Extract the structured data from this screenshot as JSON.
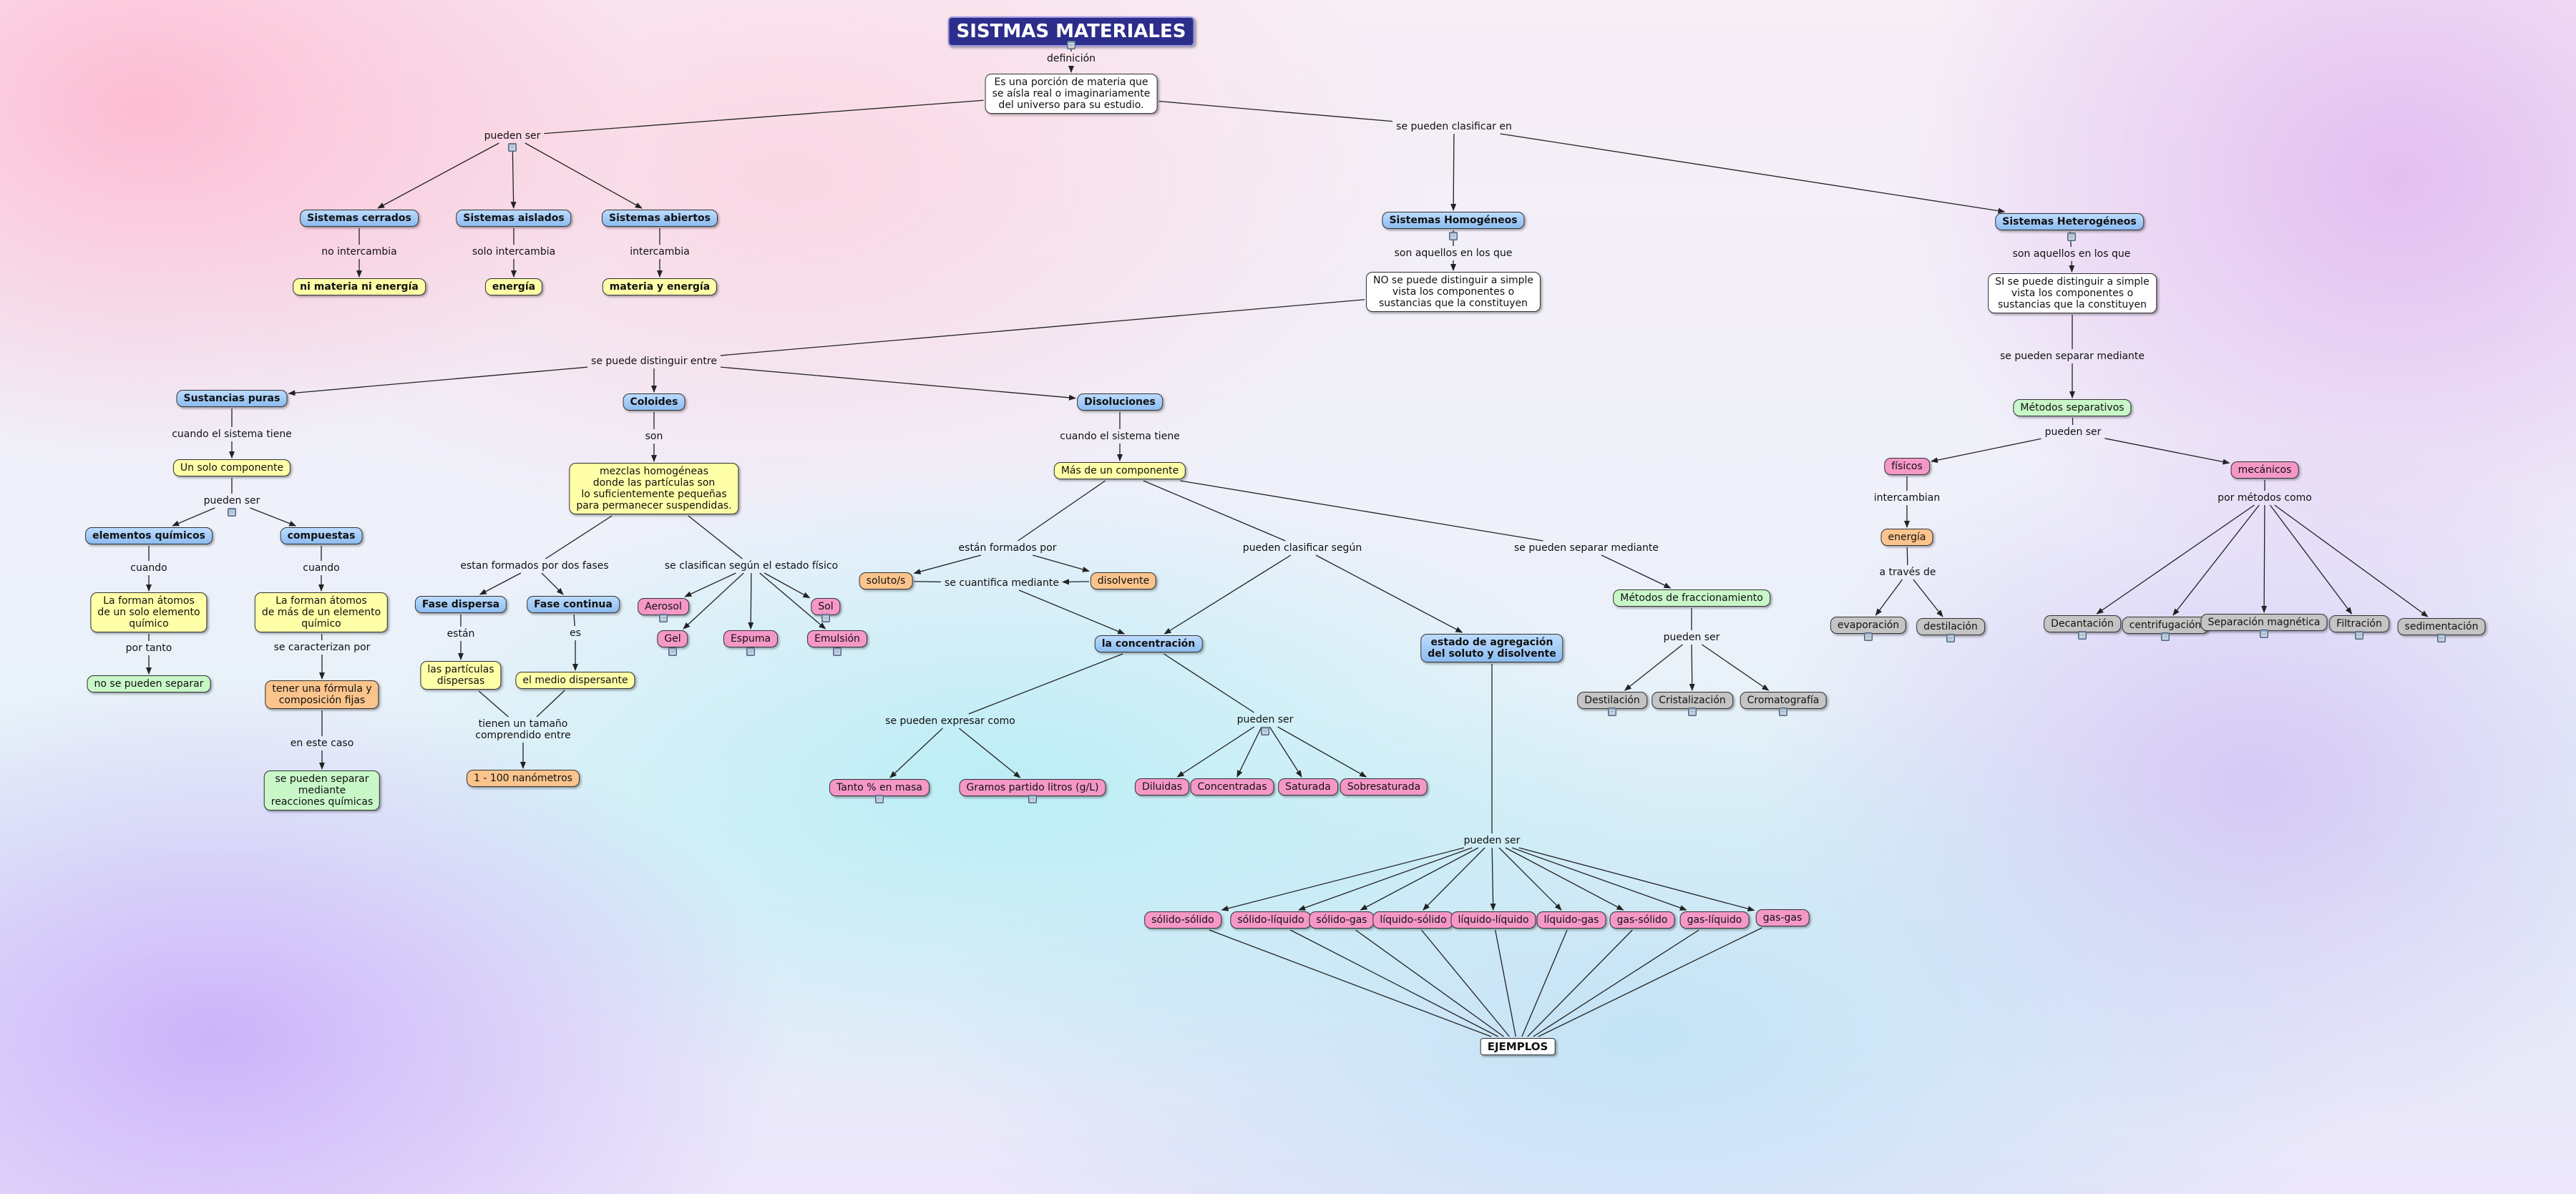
{
  "colors": {
    "title": "#2d2d8c",
    "blue": "#8cbcf0",
    "yellow": "#ffffa8",
    "green": "#c8f7c8",
    "pink": "#f598c8",
    "orange": "#fbc48c",
    "gray": "#c4c4c4"
  },
  "icons": [
    "cmap-resource-icon",
    "cmap-folder-icon"
  ],
  "nodes": [
    {
      "id": "title",
      "text": "SISTMAS MATERIALES",
      "style": "title"
    },
    {
      "id": "def_txt",
      "text": "Es una porción de materia que\nse aísla real o imaginariamente\ndel universo para su estudio.",
      "style": "wht"
    },
    {
      "id": "s_cerr",
      "text": "Sistemas cerrados",
      "style": "blue b"
    },
    {
      "id": "s_ais",
      "text": "Sistemas aislados",
      "style": "blue b"
    },
    {
      "id": "s_abi",
      "text": "Sistemas abiertos",
      "style": "blue b"
    },
    {
      "id": "n_ninada",
      "text": "ni materia ni energía",
      "style": "yel b"
    },
    {
      "id": "n_energia1",
      "text": "energía",
      "style": "yel b"
    },
    {
      "id": "n_myE",
      "text": "materia y energía",
      "style": "yel b"
    },
    {
      "id": "s_hom",
      "text": "Sistemas Homogéneos",
      "style": "blue b"
    },
    {
      "id": "hom_txt",
      "text": "NO se puede distinguir a simple\nvista los componentes o\nsustancias que la constituyen",
      "style": "wht"
    },
    {
      "id": "s_het",
      "text": "Sistemas Heterogéneos",
      "style": "blue b"
    },
    {
      "id": "het_txt",
      "text": "SI se puede distinguir a simple\nvista los componentes o\nsustancias que la constituyen",
      "style": "wht"
    },
    {
      "id": "sust",
      "text": "Sustancias puras",
      "style": "blue b"
    },
    {
      "id": "coloides",
      "text": "Coloides",
      "style": "blue b"
    },
    {
      "id": "disol",
      "text": "Disoluciones",
      "style": "blue b"
    },
    {
      "id": "un_comp",
      "text": "Un solo componente",
      "style": "yel"
    },
    {
      "id": "elem",
      "text": "elementos químicos",
      "style": "blue b"
    },
    {
      "id": "compu",
      "text": "compuestas",
      "style": "blue b"
    },
    {
      "id": "elem_txt",
      "text": "La forman átomos\nde un solo elemento\nquímico",
      "style": "yel"
    },
    {
      "id": "comp_txt",
      "text": "La forman átomos\nde más de un elemento\nquímico",
      "style": "yel"
    },
    {
      "id": "no_sep",
      "text": "no se pueden separar",
      "style": "grn"
    },
    {
      "id": "formula",
      "text": "tener una fórmula y\ncomposición fijas",
      "style": "org"
    },
    {
      "id": "sep_quim",
      "text": "se pueden separar\nmediante\nreacciones químicas",
      "style": "grn"
    },
    {
      "id": "mezclas",
      "text": "mezclas homogéneas\ndonde las partículas son\nlo suficientemente pequeñas\npara permanecer suspendidas.",
      "style": "yel"
    },
    {
      "id": "fase_disp",
      "text": "Fase dispersa",
      "style": "blue b"
    },
    {
      "id": "fase_cont",
      "text": "Fase continua",
      "style": "blue b"
    },
    {
      "id": "particulas",
      "text": "las partículas\ndispersas",
      "style": "yel"
    },
    {
      "id": "medio",
      "text": "el medio dispersante",
      "style": "yel"
    },
    {
      "id": "nanom",
      "text": "1 - 100 nanómetros",
      "style": "org"
    },
    {
      "id": "aerosol",
      "text": "Aerosol",
      "style": "pink"
    },
    {
      "id": "gel",
      "text": "Gel",
      "style": "pink"
    },
    {
      "id": "espuma",
      "text": "Espuma",
      "style": "pink"
    },
    {
      "id": "sol",
      "text": "Sol",
      "style": "pink"
    },
    {
      "id": "emulsion",
      "text": "Emulsión",
      "style": "pink"
    },
    {
      "id": "mas_comp",
      "text": "Más de un componente",
      "style": "yel"
    },
    {
      "id": "soluto",
      "text": "soluto/s",
      "style": "org"
    },
    {
      "id": "disolvente",
      "text": "disolvente",
      "style": "org"
    },
    {
      "id": "concentr",
      "text": "la concentración",
      "style": "blue b"
    },
    {
      "id": "estado",
      "text": "estado de agregación\ndel soluto y disolvente",
      "style": "blue b"
    },
    {
      "id": "frac",
      "text": "Métodos de fraccionamiento",
      "style": "grn"
    },
    {
      "id": "destilacion1",
      "text": "Destilación",
      "style": "gry"
    },
    {
      "id": "cristal",
      "text": "Cristalización",
      "style": "gry"
    },
    {
      "id": "cromato",
      "text": "Cromatografía",
      "style": "gry"
    },
    {
      "id": "tanto",
      "text": "Tanto % en masa",
      "style": "pink"
    },
    {
      "id": "gramos",
      "text": "Gramos partido litros (g/L)",
      "style": "pink"
    },
    {
      "id": "diluidas",
      "text": "Diluidas",
      "style": "pink"
    },
    {
      "id": "concentradas",
      "text": "Concentradas",
      "style": "pink"
    },
    {
      "id": "saturada",
      "text": "Saturada",
      "style": "pink"
    },
    {
      "id": "sobresat",
      "text": "Sobresaturada",
      "style": "pink"
    },
    {
      "id": "ss",
      "text": "sólido-sólido",
      "style": "pink"
    },
    {
      "id": "sl",
      "text": "sólido-líquido",
      "style": "pink"
    },
    {
      "id": "sg",
      "text": "sólido-gas",
      "style": "pink"
    },
    {
      "id": "ls",
      "text": "líquido-sólido",
      "style": "pink"
    },
    {
      "id": "ll",
      "text": "líquido-líquido",
      "style": "pink"
    },
    {
      "id": "lg",
      "text": "líquido-gas",
      "style": "pink"
    },
    {
      "id": "gs",
      "text": "gas-sólido",
      "style": "pink"
    },
    {
      "id": "gl",
      "text": "gas-líquido",
      "style": "pink"
    },
    {
      "id": "gg",
      "text": "gas-gas",
      "style": "pink"
    },
    {
      "id": "ejemplos",
      "text": "EJEMPLOS",
      "style": "ej"
    },
    {
      "id": "metsep",
      "text": "Métodos separativos",
      "style": "grn"
    },
    {
      "id": "fisicos",
      "text": "físicos",
      "style": "pink"
    },
    {
      "id": "mecanicos",
      "text": "mecánicos",
      "style": "pink"
    },
    {
      "id": "energia2",
      "text": "energía",
      "style": "org"
    },
    {
      "id": "evap",
      "text": "evaporación",
      "style": "gry"
    },
    {
      "id": "destilacion2",
      "text": "destilación",
      "style": "gry"
    },
    {
      "id": "decant",
      "text": "Decantación",
      "style": "gry"
    },
    {
      "id": "centrif",
      "text": "centrifugación",
      "style": "gry"
    },
    {
      "id": "sepmag",
      "text": "Separación magnética",
      "style": "gry"
    },
    {
      "id": "filtra",
      "text": "Filtración",
      "style": "gry"
    },
    {
      "id": "sedim",
      "text": "sedimentación",
      "style": "gry"
    }
  ],
  "links": [
    {
      "id": "l_def",
      "text": "definición"
    },
    {
      "id": "l_pueden_ser1",
      "text": "pueden ser"
    },
    {
      "id": "l_clasificar",
      "text": "se pueden clasificar en"
    },
    {
      "id": "l_no_inter",
      "text": "no intercambia"
    },
    {
      "id": "l_solo_inter",
      "text": "solo intercambia"
    },
    {
      "id": "l_inter",
      "text": "intercambia"
    },
    {
      "id": "l_aquellos1",
      "text": "son aquellos en los que"
    },
    {
      "id": "l_aquellos2",
      "text": "son aquellos en los que"
    },
    {
      "id": "l_distinguir",
      "text": "se puede distinguir entre"
    },
    {
      "id": "l_sist_tiene1",
      "text": "cuando el sistema tiene"
    },
    {
      "id": "l_son",
      "text": "son"
    },
    {
      "id": "l_sist_tiene2",
      "text": "cuando el sistema tiene"
    },
    {
      "id": "l_pueden_ser2",
      "text": "pueden ser"
    },
    {
      "id": "l_cuando1",
      "text": "cuando"
    },
    {
      "id": "l_cuando2",
      "text": "cuando"
    },
    {
      "id": "l_por_tanto",
      "text": "por tanto"
    },
    {
      "id": "l_caract",
      "text": "se caracterizan por"
    },
    {
      "id": "l_este_caso",
      "text": "en este caso"
    },
    {
      "id": "l_dos_fases",
      "text": "estan formados por dos fases"
    },
    {
      "id": "l_estado_fis",
      "text": "se clasifican según el estado físico"
    },
    {
      "id": "l_estan",
      "text": "están"
    },
    {
      "id": "l_es",
      "text": "es"
    },
    {
      "id": "l_tamano",
      "text": "tienen un tamaño\ncomprendido entre"
    },
    {
      "id": "l_formados",
      "text": "están formados por"
    },
    {
      "id": "l_cuantifica",
      "text": "se cuantifica mediante"
    },
    {
      "id": "l_clas_segun",
      "text": "pueden clasificar según"
    },
    {
      "id": "l_separar1",
      "text": "se pueden separar mediante"
    },
    {
      "id": "l_pueden_ser3",
      "text": "pueden ser"
    },
    {
      "id": "l_expresar",
      "text": "se pueden expresar como"
    },
    {
      "id": "l_pueden_ser4",
      "text": "pueden ser"
    },
    {
      "id": "l_pueden_ser5",
      "text": "pueden ser"
    },
    {
      "id": "l_separar2",
      "text": "se pueden separar mediante"
    },
    {
      "id": "l_pueden_ser6",
      "text": "pueden ser"
    },
    {
      "id": "l_intercambian",
      "text": "intercambian"
    },
    {
      "id": "l_metodos",
      "text": "por métodos como"
    },
    {
      "id": "l_a_traves",
      "text": "a través de"
    }
  ]
}
